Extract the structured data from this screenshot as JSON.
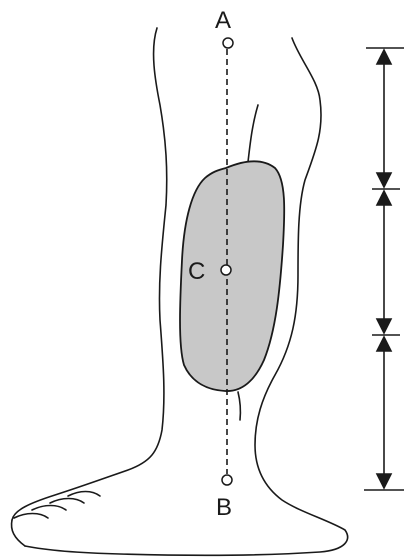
{
  "figure": {
    "points": [
      {
        "id": "A",
        "label": "A"
      },
      {
        "id": "C",
        "label": "C"
      },
      {
        "id": "B",
        "label": "B"
      }
    ],
    "measurement_segments": 3,
    "colors": {
      "ink": "#1a1a1a",
      "shaded_region": "#c8c8c8",
      "background": "#ffffff"
    }
  }
}
